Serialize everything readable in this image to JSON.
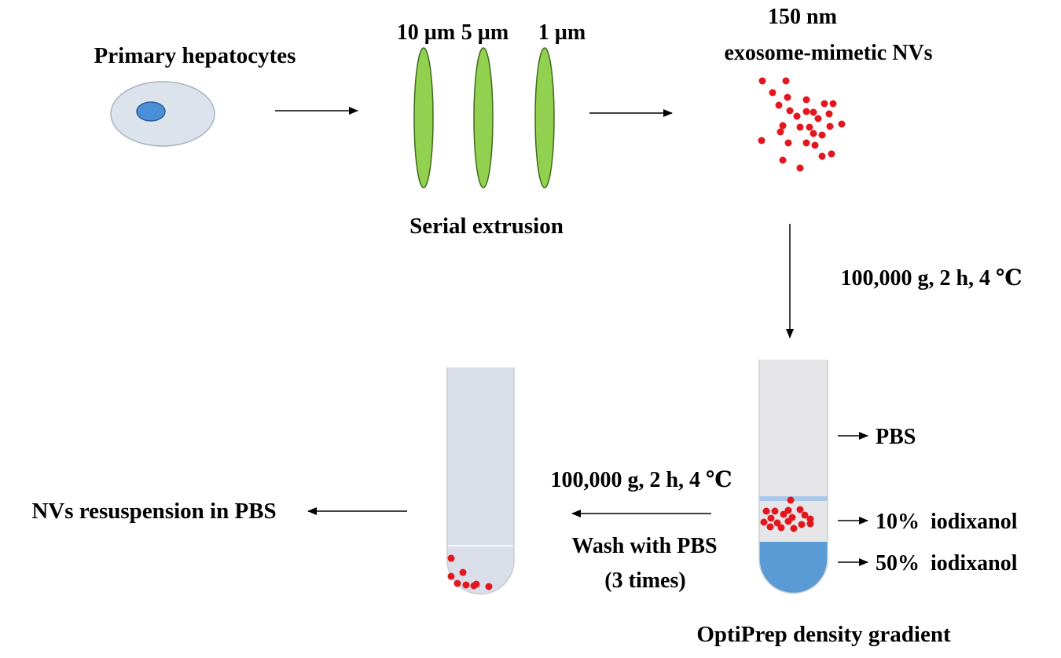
{
  "labels": {
    "primary_hepatocytes": "Primary hepatocytes",
    "filter_10": "10 µm",
    "filter_5": "5 µm",
    "filter_1": "1 µm",
    "serial_extrusion": "Serial extrusion",
    "nv_size": "150 nm",
    "nv_name": "exosome-mimetic NVs",
    "spin_1": "100,000 g, 2 h, 4 ℃",
    "layer_pbs": "PBS",
    "layer_10": "10%  iodixanol",
    "layer_50": "50%  iodixanol",
    "optiprep": "OptiPrep density gradient",
    "spin_2": "100,000 g, 2 h, 4 ℃",
    "wash_line1": "Wash with PBS",
    "wash_line2": "(3 times)",
    "resuspension": "NVs resuspension in PBS"
  },
  "colors": {
    "cell_body": "#dde3ec",
    "cell_nucleus": "#4a90d9",
    "filter_membrane": "#92d050",
    "nanovesicle": "#e3161e",
    "tube_pbs": "#e6e6e8",
    "tube_empty": "#d9dee8",
    "iodixanol_10_band": "#a9c8ea",
    "iodixanol_50": "#5b9bd5",
    "arrow": "#000000"
  }
}
